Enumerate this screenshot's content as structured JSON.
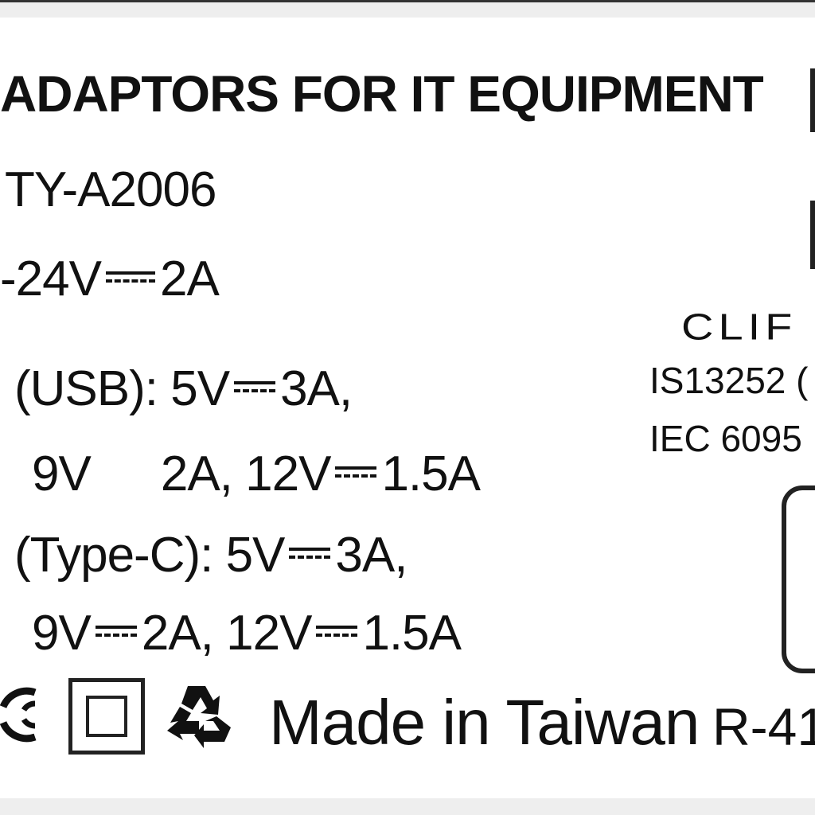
{
  "label": {
    "heading": "ADAPTORS FOR IT EQUIPMENT",
    "model": "TY-A2006",
    "input": {
      "voltage": "-24V",
      "current": "2A"
    },
    "usb": {
      "line1": "(USB): 5V",
      "line1_end": "3A,",
      "v9": "9V",
      "a2": "2A, 12V",
      "a15": "1.5A"
    },
    "typec": {
      "line1": "(Type-C): 5V",
      "line1_end": "3A,",
      "v9": "9V",
      "a2": "2A, 12V",
      "a15": "1.5A"
    },
    "brand": "CLIF",
    "standard_1": "IS13252 (",
    "standard_2": "IEC 6095",
    "made_in": "Made in Taiwan",
    "reg_no": "R-41"
  },
  "icons": [
    "ce-mark-icon",
    "double-insulation-icon",
    "recycle-icon",
    "dc-symbol-icon"
  ],
  "colors": {
    "text": "#111111",
    "background": "#ffffff",
    "band": "#eeeeee"
  }
}
